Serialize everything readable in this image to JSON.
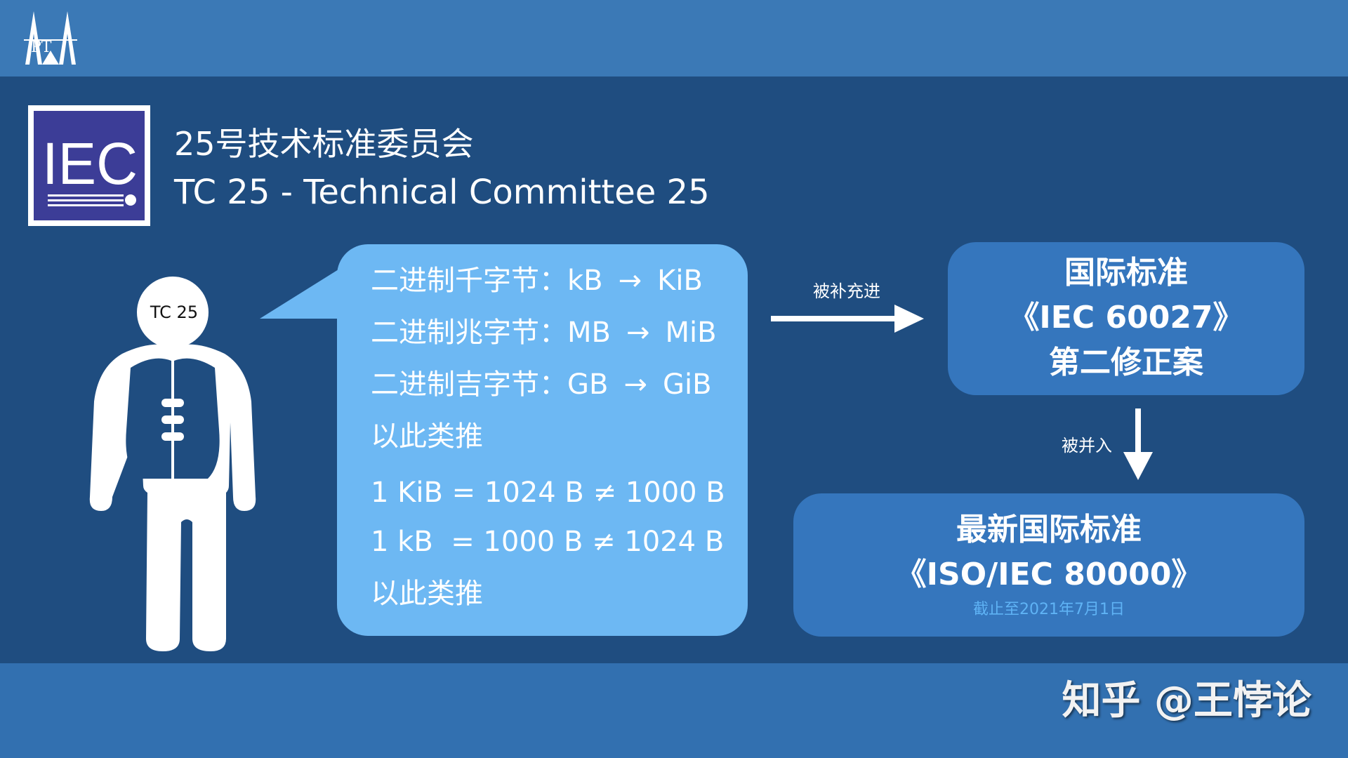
{
  "logo": {
    "pt_text": "PT",
    "iec_text": "IEC"
  },
  "header": {
    "title_cn": "25号技术标准委员会",
    "title_en": "TC 25 - Technical Committee 25"
  },
  "person": {
    "label": "TC 25"
  },
  "bubble": {
    "rows": [
      {
        "name": "二进制千字节：",
        "from": "kB",
        "arrow": "→",
        "to": "KiB"
      },
      {
        "name": "二进制兆字节：",
        "from": "MB",
        "arrow": "→",
        "to": "MiB"
      },
      {
        "name": "二进制吉字节：",
        "from": "GB",
        "arrow": "→",
        "to": "GiB"
      }
    ],
    "etc1": "以此类推",
    "eq1": "1 KiB = 1024 B ≠ 1000 B",
    "eq2": "1 kB  = 1000 B ≠ 1024 B",
    "etc2": "以此类推"
  },
  "flow": {
    "supplement_label": "被补充进",
    "merge_label": "被并入"
  },
  "box1": {
    "line1": "国际标准",
    "line2": "《IEC 60027》",
    "line3": "第二修正案"
  },
  "box2": {
    "line1": "最新国际标准",
    "line2": "《ISO/IEC 80000》",
    "note": "截止至2021年7月1日"
  },
  "watermark": "知乎 @王悖论",
  "colors": {
    "background": "#1f4d80",
    "band": "#3b79b6",
    "bubble": "#6db8f3",
    "box": "#3576bd",
    "iec_blue": "#3c3d97",
    "note": "#5fb3f5"
  }
}
